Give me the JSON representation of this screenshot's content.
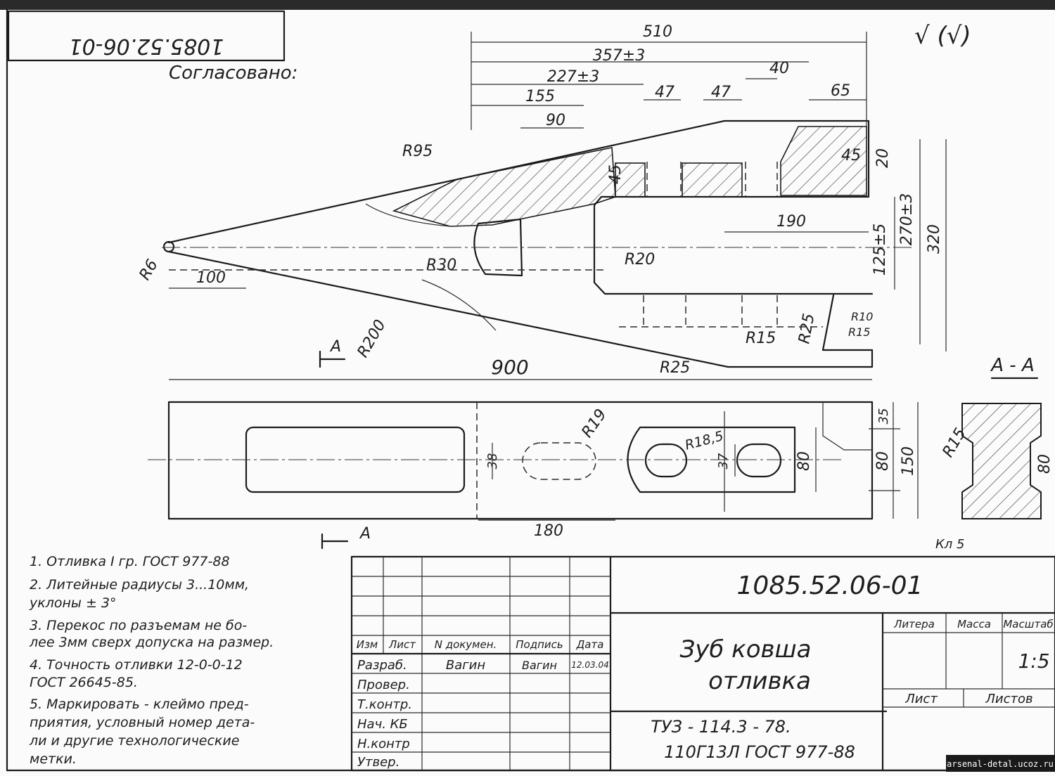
{
  "drawing_number": "1085.52.06-01",
  "stamp_top": "1085.52.06-01",
  "agreed": "Согласовано:",
  "roughness": "√ (√)",
  "dims": {
    "d510": "510",
    "d357": "357±3",
    "d227": "227±3",
    "d155": "155",
    "d47a": "47",
    "d47b": "47",
    "d40": "40",
    "d65": "65",
    "d90": "90",
    "d45a": "45",
    "d45b": "45",
    "d20": "20",
    "d190": "190",
    "d125": "125±5",
    "d270": "270±3",
    "d320": "320",
    "d100": "100",
    "d900": "900",
    "d180": "180",
    "d38": "38",
    "d37": "37",
    "d80a": "80",
    "d80b": "80",
    "d150": "150",
    "d35": "35",
    "d80c": "80",
    "rR95": "R95",
    "rR30": "R30",
    "rR20": "R20",
    "rR6": "R6",
    "rR200": "R200",
    "rR25a": "R25",
    "rR25b": "R25",
    "rR15a": "R15",
    "rR15b": "R15",
    "rR10": "R10",
    "rR19": "R19",
    "rR185": "R18,5",
    "rR15c": "R15"
  },
  "section_label": "А",
  "section_title": "А - А",
  "kl": "Кл 5",
  "notes": [
    "1. Отливка I гр. ГОСТ 977-88",
    "2. Литейные радиусы 3...10мм,",
    "уклоны ± 3°",
    "3. Перекос по разъемам не бо-",
    "лее 3мм сверх допуска на размер.",
    "4. Точность отливки 12-0-0-12",
    "ГОСТ 26645-85.",
    "5. Маркировать - клеймо пред-",
    "приятия, условный номер дета-",
    "ли и другие технологические",
    "метки."
  ],
  "title_block": {
    "number": "1085.52.06-01",
    "name_line1": "Зуб ковша",
    "name_line2": "отливка",
    "material_line1": "ТУЗ - 114.3 - 78.",
    "material_line2": "110Г13Л ГОСТ 977-88",
    "col_headers": [
      "Изм",
      "Лист",
      "N докумен.",
      "Подпись",
      "Дата"
    ],
    "rows": [
      "Разраб.",
      "Провер.",
      "Т.контр.",
      "Нач. КБ",
      "Н.контр",
      "Утвер."
    ],
    "developer": "Вагин",
    "signature": "Вагин",
    "date": "12.03.04",
    "litera": "Литера",
    "mass": "Масса",
    "scale": "Масштаб",
    "scale_value": "1:5",
    "sheet": "Лист",
    "sheets": "Листов"
  },
  "watermark": "arsenal-detal.ucoz.ru"
}
